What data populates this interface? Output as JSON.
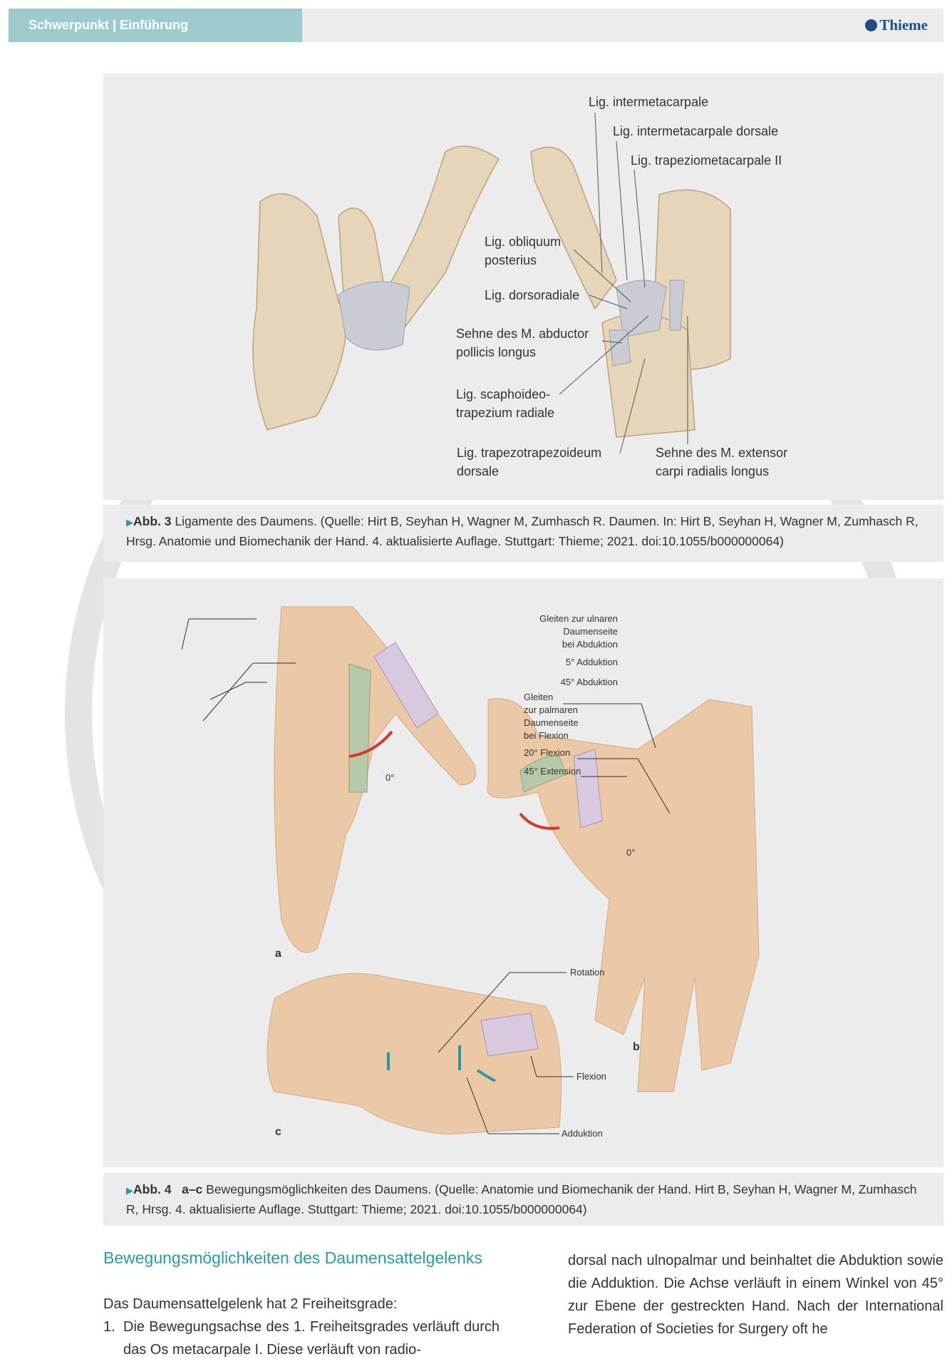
{
  "header": {
    "section": "Schwerpunkt | Einführung",
    "logo": "Thieme"
  },
  "figure3": {
    "labels": {
      "l1": "Lig. intermetacarpale",
      "l2": "Lig. intermetacarpale dorsale",
      "l3": "Lig. trapeziometacarpale II",
      "l4": "Lig. obliquum\nposterius",
      "l5": "Lig. dorsoradiale",
      "l6": "Sehne des M. abductor\npollicis longus",
      "l7": "Lig. scaphoideo-\ntrapezium radiale",
      "l8": "Lig. trapezotrapezoideum\ndorsale",
      "l9": "Sehne des M. extensor\ncarpi radialis longus"
    },
    "caption": {
      "num": "Abb. 3",
      "text": " Ligamente des Daumens. (Quelle: Hirt B, Seyhan H, Wagner M, Zumhasch R. Daumen. In: Hirt B, Seyhan H, Wagner M, Zumhasch R, Hrsg. Anatomie und Biomechanik der Hand. 4. aktualisierte Auflage. Stuttgart: Thieme; 2021. doi:10.1055/b000000064)"
    }
  },
  "figure4": {
    "labels": {
      "a1": "Gleiten zur ulnaren\nDaumenseite\nbei Abduktion",
      "a2": "5° Adduktion",
      "a3": "45° Abduktion",
      "a0": "0°",
      "b1": "Gleiten\nzur palmaren\nDaumenseite\nbei Flexion",
      "b2": "20° Flexion",
      "b3": "45° Extension",
      "b0": "0°",
      "c1": "Rotation",
      "c2": "Flexion",
      "c3": "Adduktion"
    },
    "panels": {
      "a": "a",
      "b": "b",
      "c": "c"
    },
    "caption": {
      "num": "Abb. 4",
      "sub": "a–c",
      "text": " Bewegungsmöglichkeiten des Daumens. (Quelle: Anatomie und Biomechanik der Hand. Hirt B, Seyhan H, Wagner M, Zumhasch R, Hrsg. 4. aktualisierte Auflage. Stuttgart: Thieme; 2021. doi:10.1055/b000000064)"
    }
  },
  "article": {
    "heading": "Bewegungsmöglichkeiten des Daumensattelgelenks",
    "intro": "Das Daumensattelgelenk hat 2 Freiheitsgrade:",
    "item1_num": "1.",
    "item1_text": "Die Bewegungsachse des 1. Freiheitsgrades verläuft durch das Os metacarpale I. Diese verläuft von radio-",
    "col2": "dorsal nach ulnopalmar und beinhaltet die Abduktion sowie die Adduktion. Die Achse verläuft in einem Winkel von 45° zur Ebene der gestreckten Hand. Nach der International Federation of Societies for Surgery oft he"
  }
}
